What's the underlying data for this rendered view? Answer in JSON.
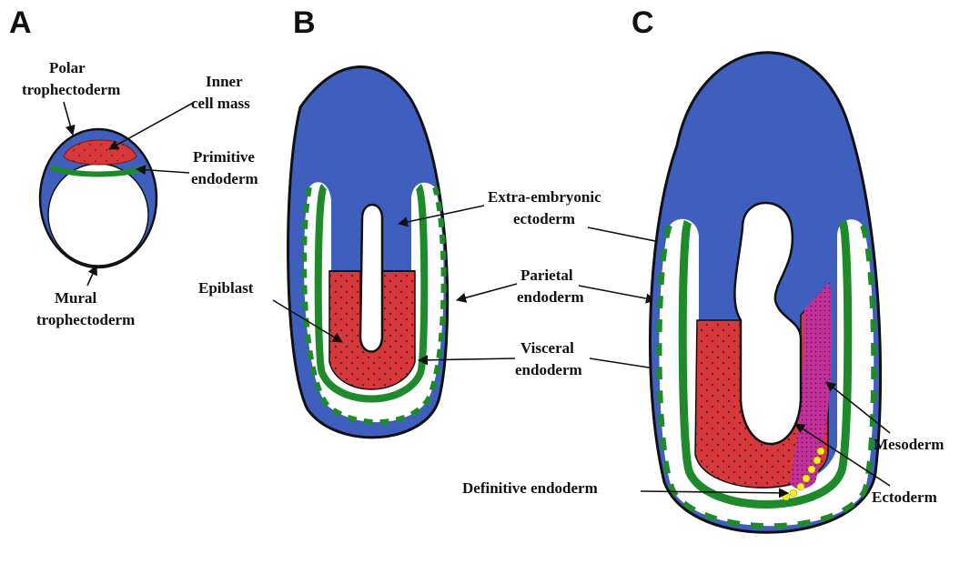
{
  "panels": {
    "a": "A",
    "b": "B",
    "c": "C"
  },
  "labels": {
    "polar_trophectoderm": [
      "Polar",
      "trophectoderm"
    ],
    "inner_cell_mass": [
      "Inner",
      "cell mass"
    ],
    "primitive_endoderm": [
      "Primitive",
      "endoderm"
    ],
    "mural_trophectoderm": [
      "Mural",
      "trophectoderm"
    ],
    "extra_embryonic_ectoderm": [
      "Extra-embryonic",
      "ectoderm"
    ],
    "parietal_endoderm": [
      "Parietal",
      "endoderm"
    ],
    "visceral_endoderm": [
      "Visceral",
      "endoderm"
    ],
    "epiblast": "Epiblast",
    "mesoderm": "Mesoderm",
    "ectoderm": "Ectoderm",
    "definitive_endoderm": "Definitive endoderm"
  },
  "colors": {
    "trophectoderm_blue": "#3f5fbf",
    "epiblast_red": "#d8383a",
    "endoderm_green": "#1f8a2a",
    "mesoderm_magenta": "#c2309a",
    "definitive_endoderm_yellow": "#f2ee1a",
    "cavity_white": "#ffffff"
  }
}
